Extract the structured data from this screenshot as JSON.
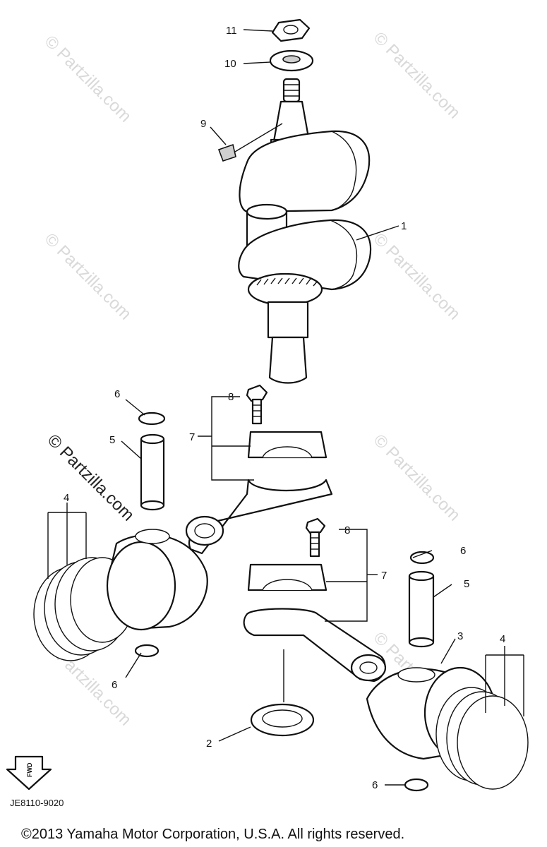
{
  "callouts": {
    "c11": "11",
    "c10": "10",
    "c9": "9",
    "c1": "1",
    "c6_top_left": "6",
    "c5_left": "5",
    "c8_upper": "8",
    "c7_upper": "7",
    "c4_left": "4",
    "c8_lower": "8",
    "c6_right": "6",
    "c7_lower": "7",
    "c5_right": "5",
    "c3": "3",
    "c4_right": "4",
    "c6_bottom_left": "6",
    "c2": "2",
    "c6_bottom": "6"
  },
  "watermark_text": "© Partzilla.com",
  "fwd_label": "FWD",
  "diagram_code": "JE8110-9020",
  "copyright": "©2013  Yamaha Motor Corporation, U.S.A. All rights reserved."
}
